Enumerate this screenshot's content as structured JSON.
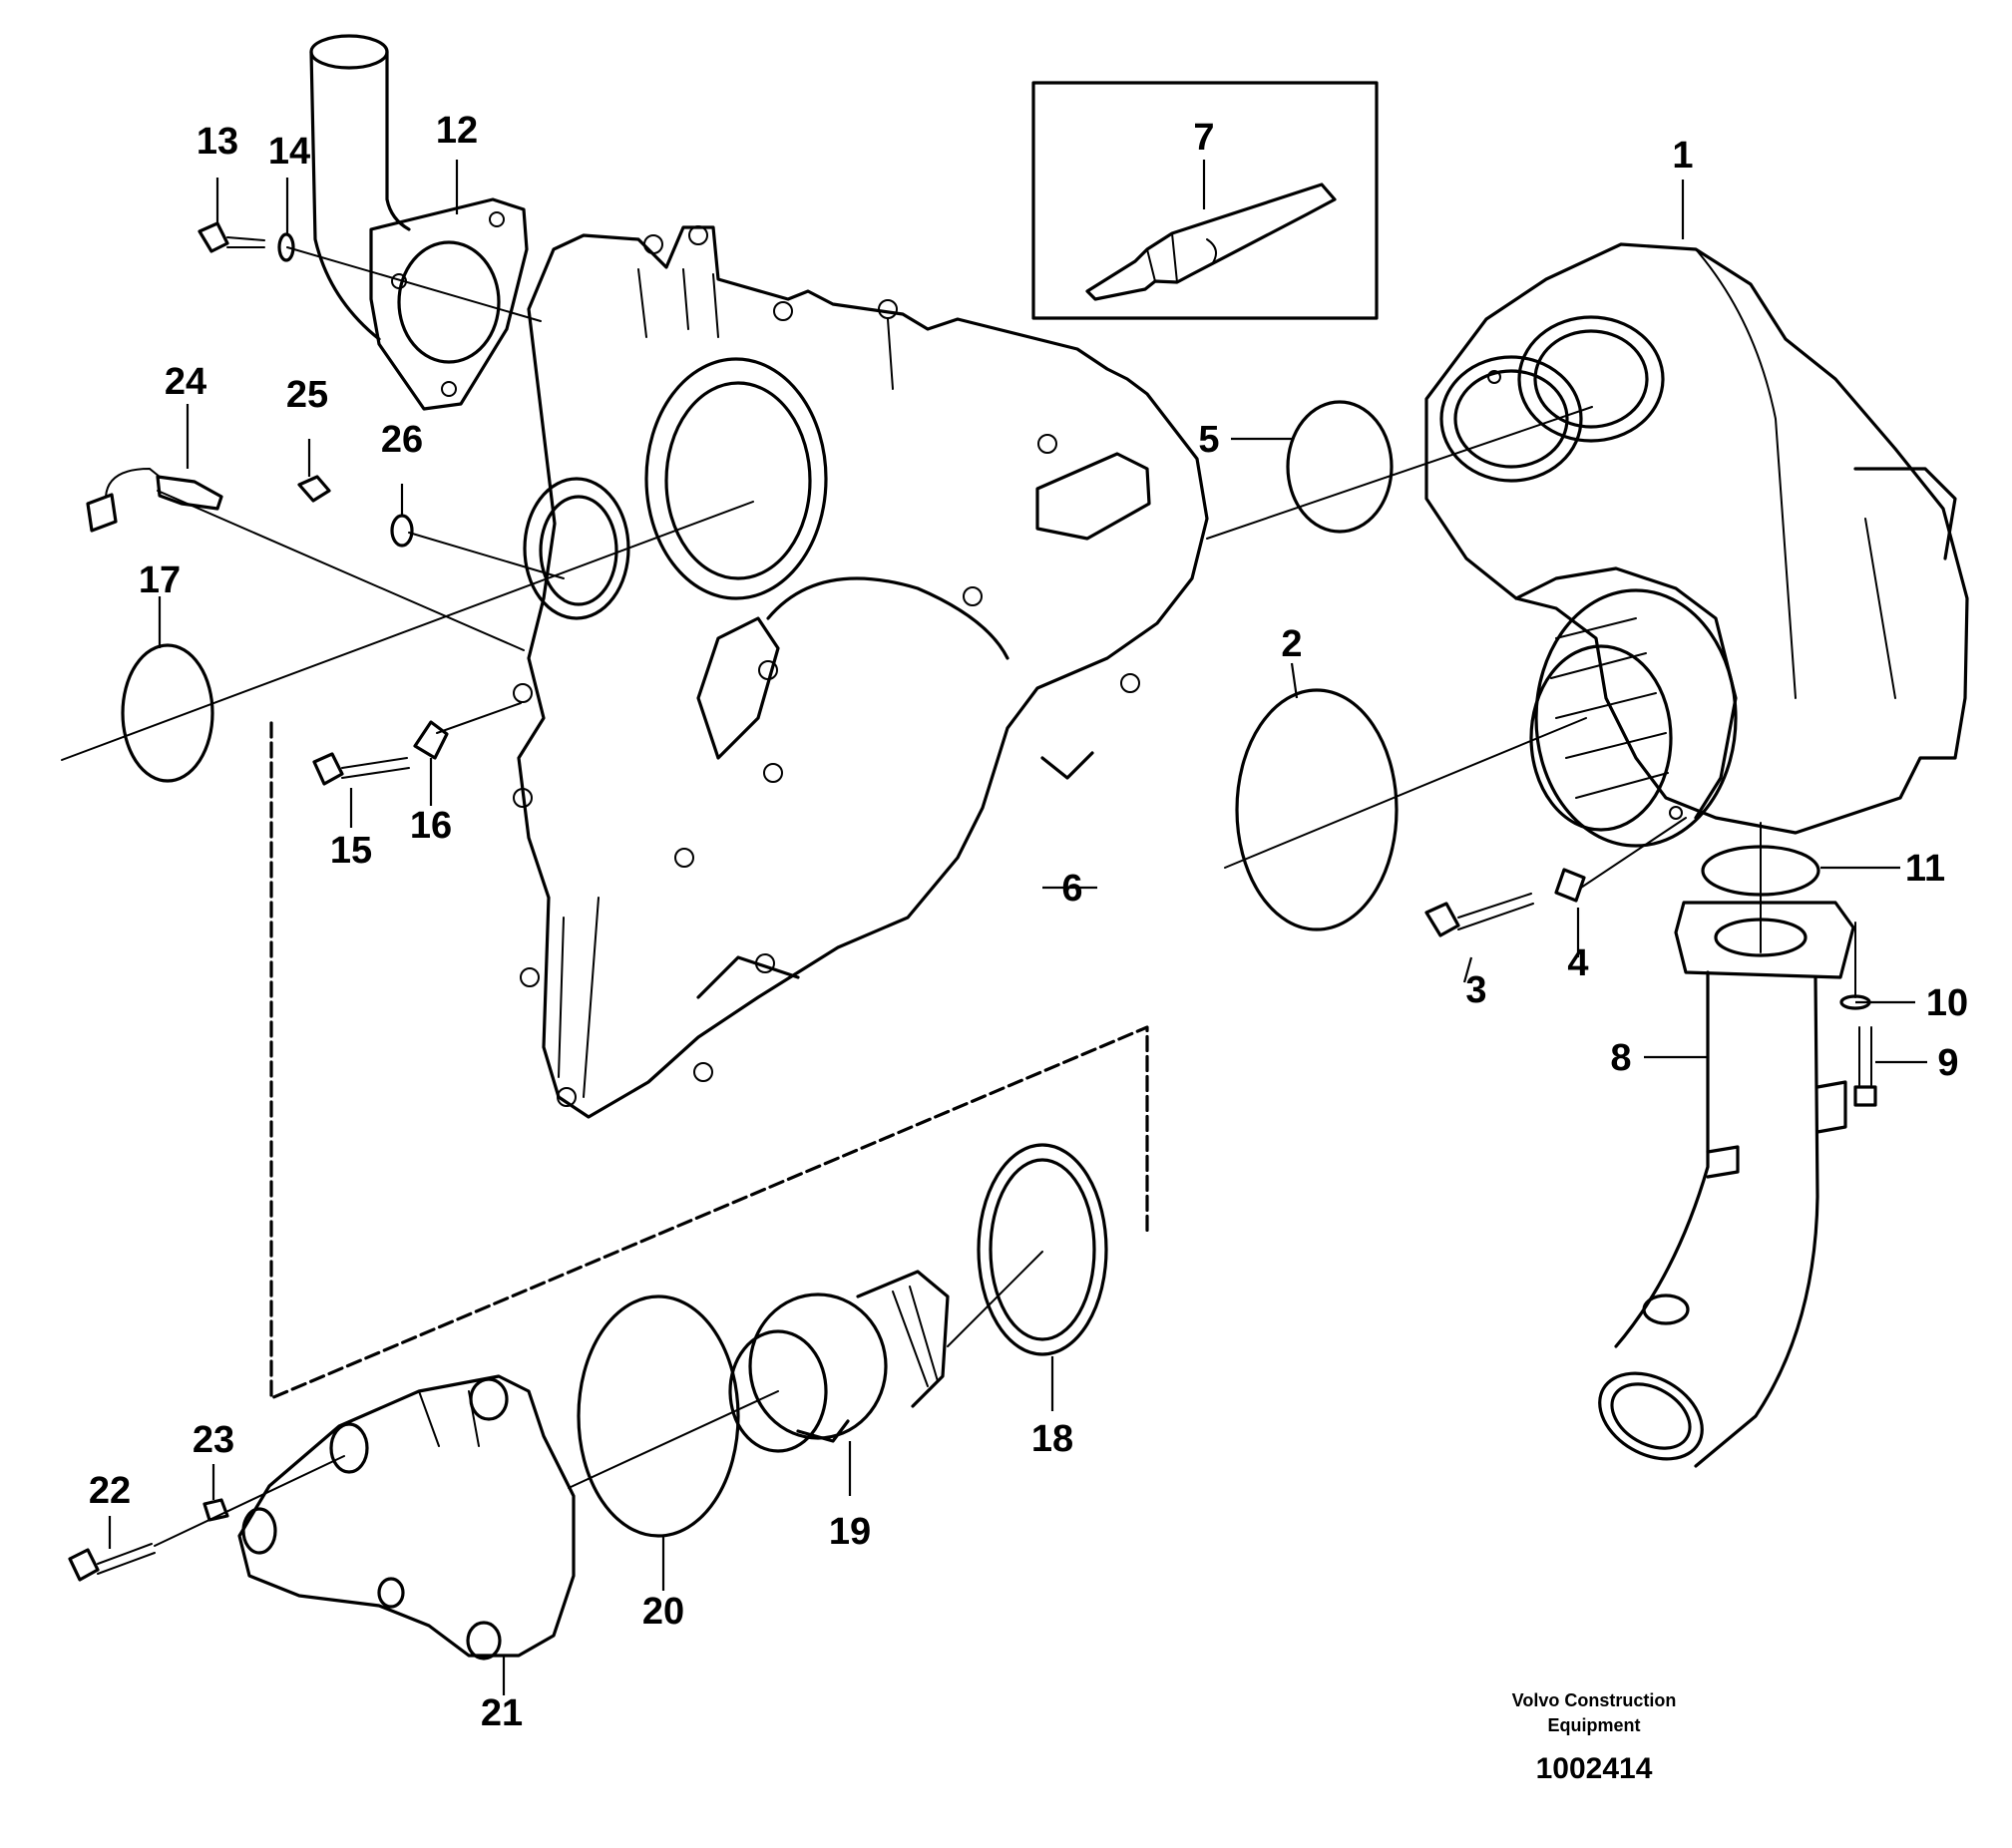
{
  "callouts": [
    "1",
    "2",
    "3",
    "4",
    "5",
    "6",
    "7",
    "8",
    "9",
    "10",
    "11",
    "12",
    "13",
    "14",
    "15",
    "16",
    "17",
    "18",
    "19",
    "20",
    "21",
    "22",
    "23",
    "24",
    "25",
    "26"
  ],
  "footer": {
    "credit_line1": "Volvo Construction",
    "credit_line2": "Equipment",
    "reference_number": "1002414"
  }
}
